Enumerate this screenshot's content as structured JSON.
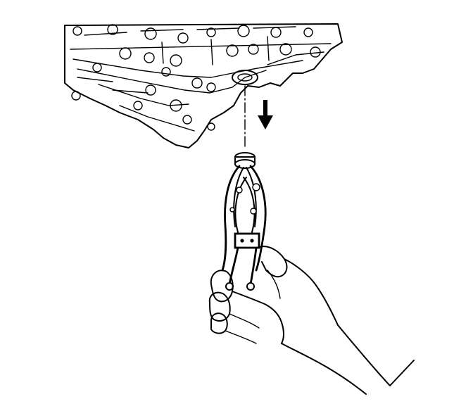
{
  "figure": {
    "type": "technical-line-illustration",
    "colors": {
      "ink": "#000000",
      "background": "#ffffff"
    },
    "parts": [
      "valve-body-assembly",
      "filter-seal",
      "removal-direction-arrow",
      "pliers-tool",
      "hand"
    ]
  }
}
